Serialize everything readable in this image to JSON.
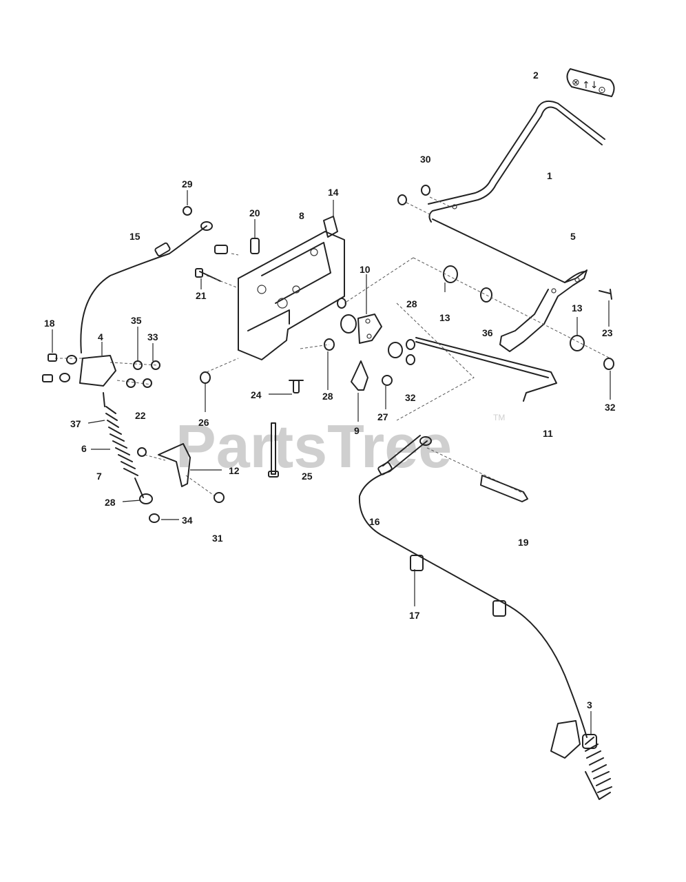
{
  "watermark": {
    "text": "PartsTree",
    "trademark": "TM"
  },
  "callouts": {
    "c1": "1",
    "c2": "2",
    "c3": "3",
    "c4": "4",
    "c5": "5",
    "c6": "6",
    "c7": "7",
    "c8": "8",
    "c9": "9",
    "c10": "10",
    "c11": "11",
    "c12": "12",
    "c13a": "13",
    "c13b": "13",
    "c14": "14",
    "c15": "15",
    "c16": "16",
    "c17": "17",
    "c18": "18",
    "c19": "19",
    "c20": "20",
    "c21": "21",
    "c22": "22",
    "c23": "23",
    "c24": "24",
    "c25": "25",
    "c26": "26",
    "c27": "27",
    "c28a": "28",
    "c28b": "28",
    "c28c": "28",
    "c29": "29",
    "c30": "30",
    "c31": "31",
    "c32a": "32",
    "c32b": "32",
    "c33": "33",
    "c34": "34",
    "c35": "35",
    "c36": "36",
    "c37": "37"
  },
  "decal": {
    "left_symbol": "⊗",
    "arrows": "↑↓",
    "right_symbol": "⊙"
  }
}
